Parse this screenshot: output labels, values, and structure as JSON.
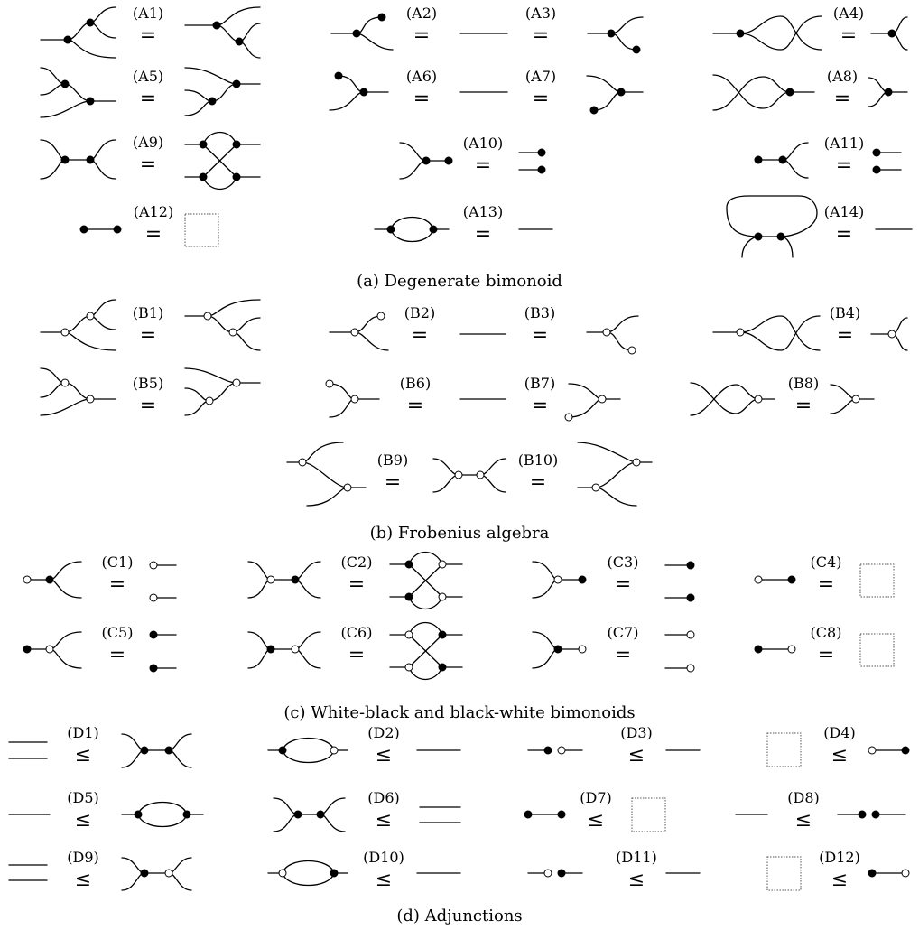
{
  "captions": {
    "a": "(a) Degenerate bimonoid",
    "b": "(b) Frobenius algebra",
    "c": "(c) White-black and black-white bimonoids",
    "d": "(d) Adjunctions"
  },
  "relations": {
    "eq": "=",
    "le": "≤"
  },
  "labels": {
    "A1": "(A1)",
    "A2": "(A2)",
    "A3": "(A3)",
    "A4": "(A4)",
    "A5": "(A5)",
    "A6": "(A6)",
    "A7": "(A7)",
    "A8": "(A8)",
    "A9": "(A9)",
    "A10": "(A10)",
    "A11": "(A11)",
    "A12": "(A12)",
    "A13": "(A13)",
    "A14": "(A14)",
    "B1": "(B1)",
    "B2": "(B2)",
    "B3": "(B3)",
    "B4": "(B4)",
    "B5": "(B5)",
    "B6": "(B6)",
    "B7": "(B7)",
    "B8": "(B8)",
    "B9": "(B9)",
    "B10": "(B10)",
    "C1": "(C1)",
    "C2": "(C2)",
    "C3": "(C3)",
    "C4": "(C4)",
    "C5": "(C5)",
    "C6": "(C6)",
    "C7": "(C7)",
    "C8": "(C8)",
    "D1": "(D1)",
    "D2": "(D2)",
    "D3": "(D3)",
    "D4": "(D4)",
    "D5": "(D5)",
    "D6": "(D6)",
    "D7": "(D7)",
    "D8": "(D8)",
    "D9": "(D9)",
    "D10": "(D10)",
    "D11": "(D11)",
    "D12": "(D12)"
  },
  "node_colors": {
    "black": "#000000",
    "white": "#ffffff"
  }
}
